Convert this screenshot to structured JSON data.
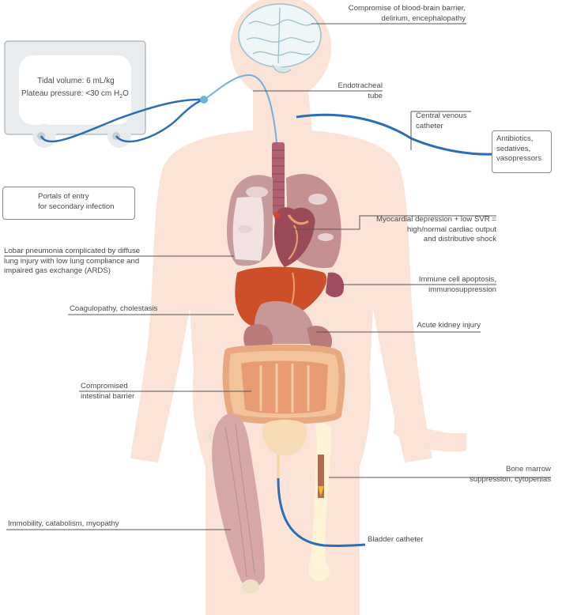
{
  "ventilator": {
    "tidal_volume": "Tidal volume: 6 mL/kg",
    "plateau_prefix": "Plateau pressure: <30 cm H",
    "plateau_sub": "2",
    "plateau_suffix": "O"
  },
  "legend": {
    "line1": "Portals of entry",
    "line2": "for secondary infection"
  },
  "labels": {
    "brain": [
      "Compromise of blood-brain barrier,",
      "delirium, encephalopathy"
    ],
    "endotracheal": [
      "Endotracheal",
      "tube"
    ],
    "central_venous": [
      "Central venous",
      "catheter"
    ],
    "antibiotics": [
      "Antibiotics,",
      "sedatives,",
      "vasopressors"
    ],
    "cardiac": [
      "Myocardial depression + low SVR =",
      "high/normal cardiac output",
      "and distributive shock"
    ],
    "lung": [
      "Lobar pneumonia complicated by diffuse",
      "lung injury with low lung compliance and",
      "impaired gas exchange (ARDS)"
    ],
    "immune": [
      "Immune cell apoptosis,",
      "immunosuppression"
    ],
    "coagulopathy": [
      "Coagulopathy, cholestasis"
    ],
    "kidney": [
      "Acute kidney injury"
    ],
    "intestinal": [
      "Compromised",
      "intestinal barrier"
    ],
    "bone_marrow": [
      "Bone marrow",
      "suppression, cytopenias"
    ],
    "bladder": [
      "Bladder catheter"
    ],
    "immobility": [
      "Immobility, catabolism, myopathy"
    ]
  },
  "colors": {
    "body_fill": "#fbe3d8",
    "catheter_blue": "#2a6fb4",
    "tube_light_blue": "#6fb2dc",
    "leader_line": "#555555",
    "liver": "#cd4f2a",
    "lung_tissue": "#b88c8c",
    "heart": "#9c4f5a",
    "muscle": "#d8a8a8",
    "bone": "#fff3d6"
  }
}
